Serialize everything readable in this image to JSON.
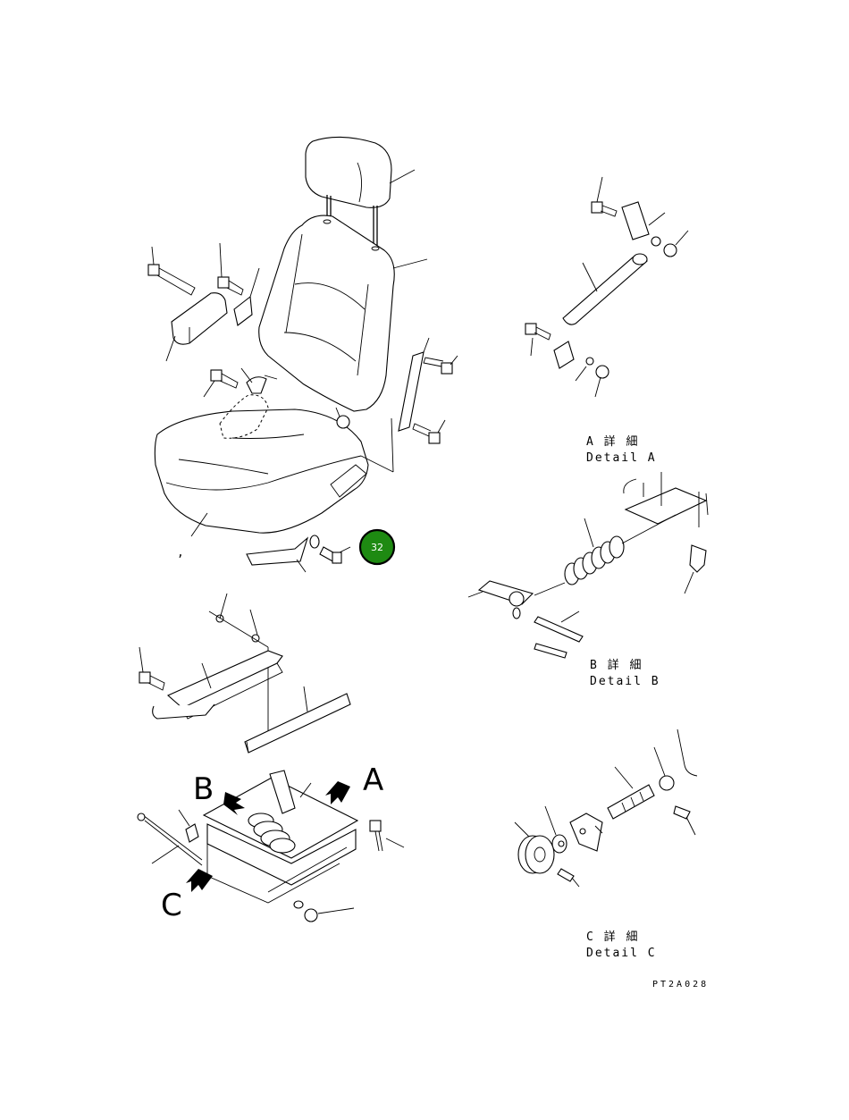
{
  "view_letters": {
    "a": "A",
    "b": "B",
    "c": "C"
  },
  "details": {
    "a": {
      "jp": "A 詳 細",
      "en": "Detail A"
    },
    "b": {
      "jp": "B 詳 細",
      "en": "Detail B"
    },
    "c": {
      "jp": "C 詳 細",
      "en": "Detail C"
    }
  },
  "drawing_code": "PT2A028",
  "callout": {
    "number": "32",
    "color": "#1e8a12"
  },
  "stray_mark": ","
}
